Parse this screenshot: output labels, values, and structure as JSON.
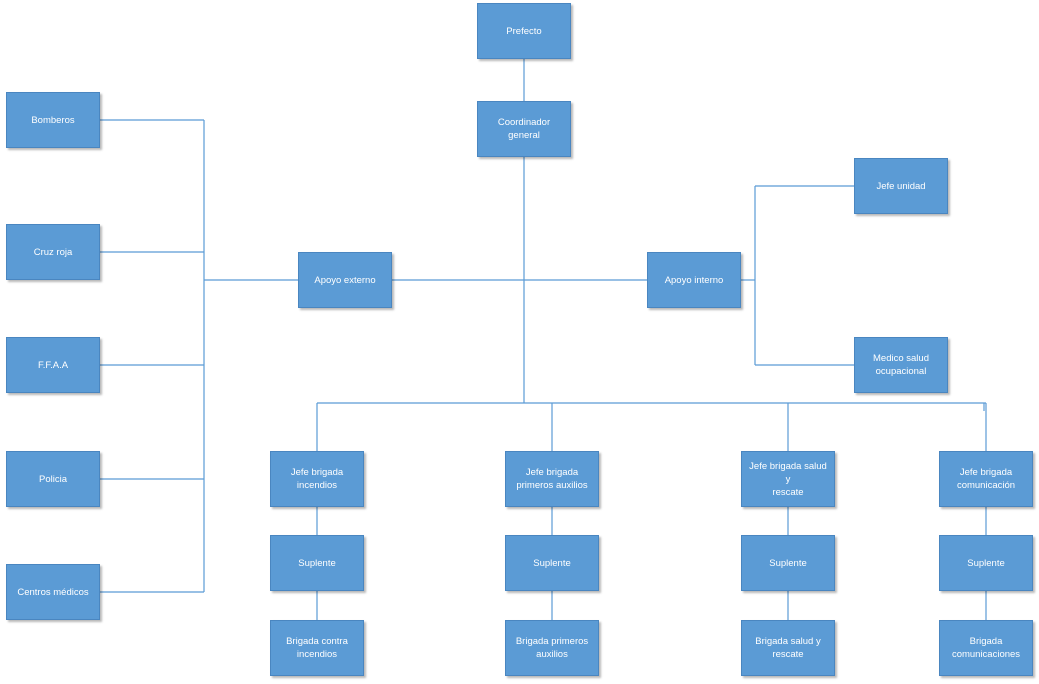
{
  "nodes": {
    "prefecto": [
      "Prefecto"
    ],
    "coordinador": [
      "Coordinador",
      "general"
    ],
    "bomberos": [
      "Bomberos"
    ],
    "cruz_roja": [
      "Cruz roja"
    ],
    "ffaa": [
      "F.F.A.A"
    ],
    "policia": [
      "Policia"
    ],
    "centros_medicos": [
      "Centros médicos"
    ],
    "apoyo_externo": [
      "Apoyo externo"
    ],
    "apoyo_interno": [
      "Apoyo interno"
    ],
    "jefe_unidad": [
      "Jefe unidad"
    ],
    "medico": [
      "Medico salud",
      "ocupacional"
    ],
    "jefe_incendios": [
      "Jefe brigada",
      "incendios"
    ],
    "jefe_primeros": [
      "Jefe brigada",
      "primeros auxilios"
    ],
    "jefe_salud": [
      "Jefe brigada salud y",
      "rescate"
    ],
    "jefe_comunicacion": [
      "Jefe brigada",
      "comunicación"
    ],
    "suplente_1": [
      "Suplente"
    ],
    "suplente_2": [
      "Suplente"
    ],
    "suplente_3": [
      "Suplente"
    ],
    "suplente_4": [
      "Suplente"
    ],
    "brigada_incendios": [
      "Brigada contra",
      "incendios"
    ],
    "brigada_primeros": [
      "Brigada primeros",
      "auxilios"
    ],
    "brigada_salud": [
      "Brigada salud y",
      "rescate"
    ],
    "brigada_comunicaciones": [
      "Brigada",
      "comunicaciones"
    ]
  },
  "colors": {
    "box_fill": "#5b9bd5",
    "box_text": "#ffffff",
    "connector": "#5b9bd5"
  }
}
